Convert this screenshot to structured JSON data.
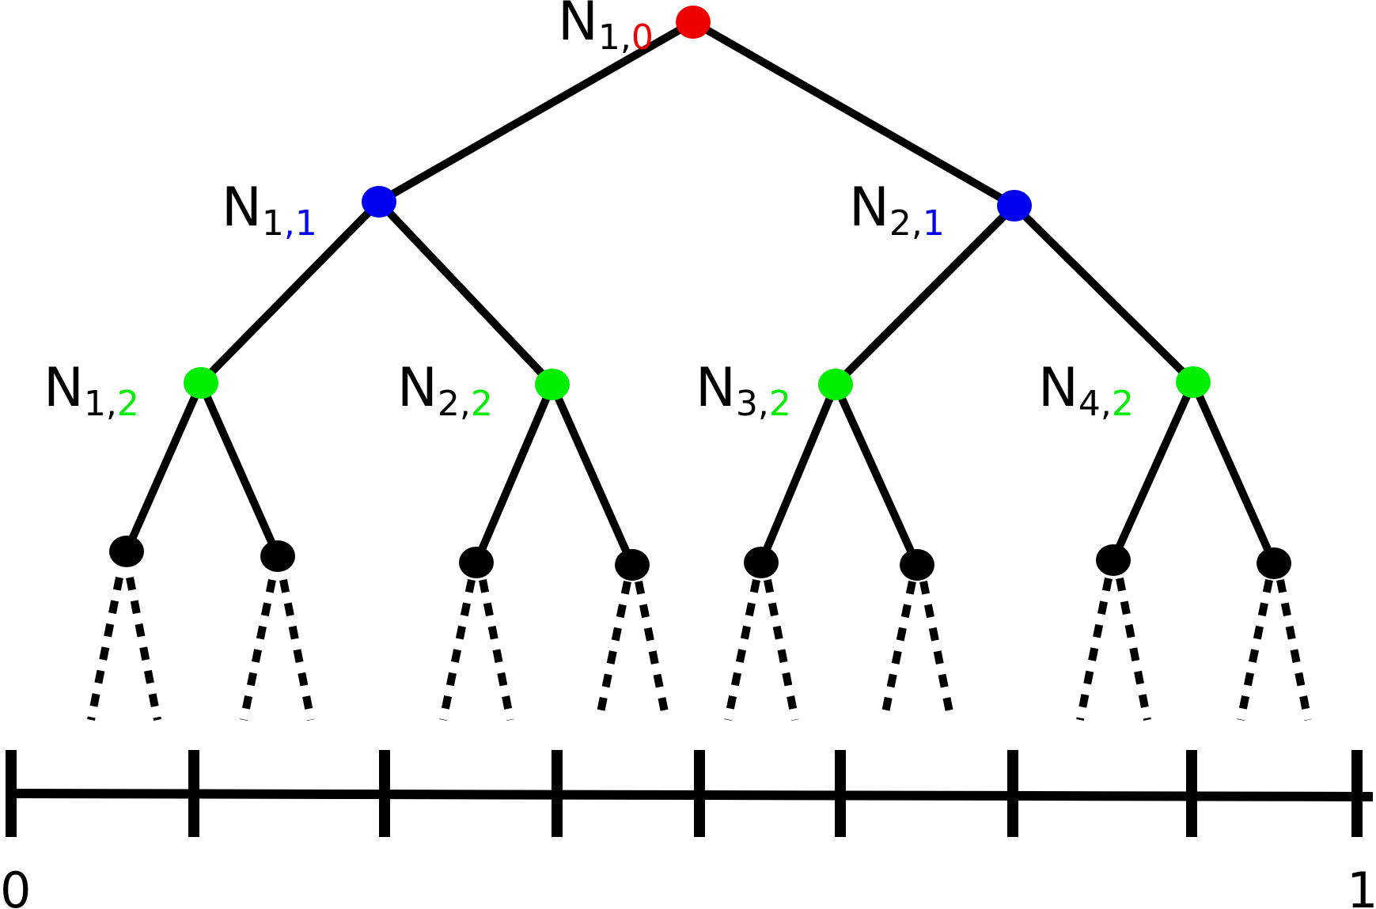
{
  "colors": {
    "level_0": "#ee0000",
    "level_1": "#0000ee",
    "level_2": "#00ee00",
    "leaf": "#000000",
    "edge": "#000000"
  },
  "nodes": [
    {
      "letter": "N",
      "index": "1",
      "sep": ",",
      "level": "0"
    },
    {
      "letter": "N",
      "index": "1",
      "sep": ",",
      "level": "1"
    },
    {
      "letter": "N",
      "index": "2",
      "sep": ",",
      "level": "1"
    },
    {
      "letter": "N",
      "index": "1",
      "sep": ",",
      "level": "2"
    },
    {
      "letter": "N",
      "index": "2",
      "sep": ",",
      "level": "2"
    },
    {
      "letter": "N",
      "index": "3",
      "sep": ",",
      "level": "2"
    },
    {
      "letter": "N",
      "index": "4",
      "sep": ",",
      "level": "2"
    }
  ],
  "axis": {
    "start_label": "0",
    "end_label": "1"
  }
}
